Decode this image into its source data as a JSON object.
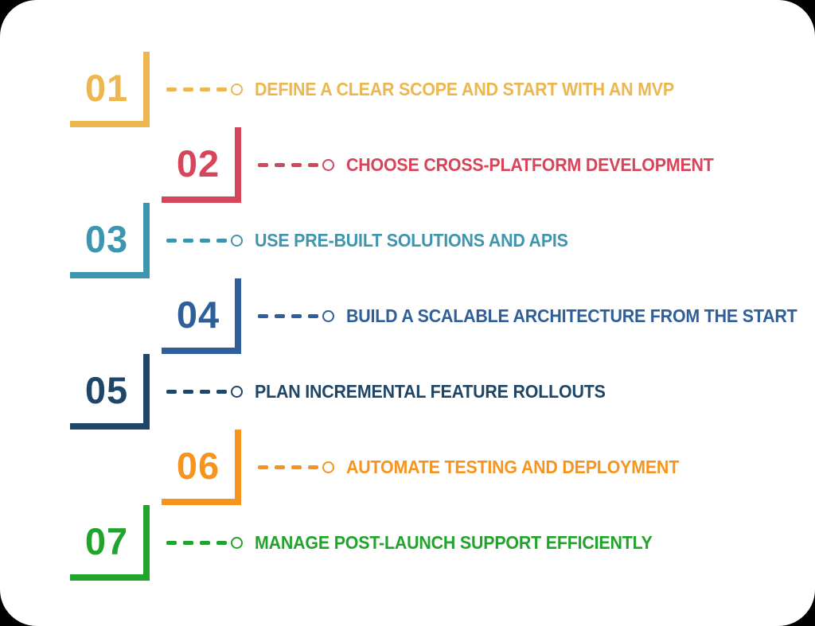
{
  "infographic": {
    "background_color": "#000000",
    "card_color": "#ffffff",
    "steps": [
      {
        "number": "01",
        "label": "DEFINE A CLEAR SCOPE AND START WITH AN MVP",
        "color": "#EEB64E",
        "indented": false
      },
      {
        "number": "02",
        "label": "CHOOSE CROSS-PLATFORM DEVELOPMENT",
        "color": "#D7455B",
        "indented": true
      },
      {
        "number": "03",
        "label": "USE PRE-BUILT SOLUTIONS AND APIS",
        "color": "#3E95AF",
        "indented": false
      },
      {
        "number": "04",
        "label": "BUILD A SCALABLE ARCHITECTURE FROM THE START",
        "color": "#2F5F99",
        "indented": true
      },
      {
        "number": "05",
        "label": "PLAN INCREMENTAL FEATURE ROLLOUTS",
        "color": "#1F4667",
        "indented": false
      },
      {
        "number": "06",
        "label": "AUTOMATE TESTING AND DEPLOYMENT",
        "color": "#F7941E",
        "indented": true
      },
      {
        "number": "07",
        "label": "MANAGE POST-LAUNCH SUPPORT EFFICIENTLY",
        "color": "#21A42B",
        "indented": false
      }
    ]
  }
}
